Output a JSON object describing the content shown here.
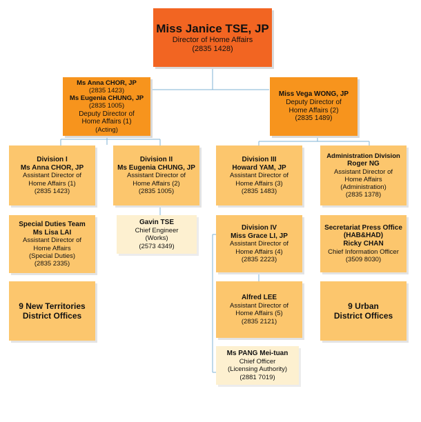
{
  "director": {
    "name": "Miss Janice TSE, JP",
    "title": "Director of Home Affairs",
    "phone": "(2835 1428)"
  },
  "deputy1": {
    "name1": "Ms Anna CHOR, JP",
    "phone1": "(2835 1423)",
    "name2": "Ms Eugenia CHUNG, JP",
    "phone2": "(2835 1005)",
    "title1": "Deputy Director of",
    "title2": "Home Affairs (1)",
    "note": "(Acting)"
  },
  "deputy2": {
    "name": "Miss Vega WONG, JP",
    "title1": "Deputy Director of",
    "title2": "Home Affairs (2)",
    "phone": "(2835 1489)"
  },
  "div1": {
    "division": "Division I",
    "name": "Ms Anna CHOR, JP",
    "title1": "Assistant Director of",
    "title2": "Home Affairs (1)",
    "phone": "(2835 1423)"
  },
  "div2": {
    "division": "Division II",
    "name": "Ms Eugenia CHUNG, JP",
    "title1": "Assistant Director of",
    "title2": "Home Affairs (2)",
    "phone": "(2835 1005)"
  },
  "div3": {
    "division": "Division III",
    "name": "Howard YAM, JP",
    "title1": "Assistant Director of",
    "title2": "Home Affairs (3)",
    "phone": "(2835 1483)"
  },
  "admin": {
    "division": "Administration Division",
    "name": "Roger NG",
    "title1": "Assistant Director of",
    "title2": "Home Affairs",
    "title3": "(Administration)",
    "phone": "(2835 1378)"
  },
  "special": {
    "division": "Special Duties Team",
    "name": "Ms Lisa LAI",
    "title1": "Assistant Director of",
    "title2": "Home Affairs",
    "title3": "(Special Duties)",
    "phone": "(2835 2335)"
  },
  "gavin": {
    "name": "Gavin TSE",
    "title1": "Chief Engineer",
    "title2": "(Works)",
    "phone": "(2573 4349)"
  },
  "div4": {
    "division": "Division IV",
    "name": "Miss Grace LI, JP",
    "title1": "Assistant Director of",
    "title2": "Home Affairs (4)",
    "phone": "(2835 2223)"
  },
  "secretariat": {
    "line1": "Secretariat Press Office",
    "line2": "(HAB&HAD)",
    "name": "Ricky CHAN",
    "title": "Chief Information Officer",
    "phone": "(3509 8030)"
  },
  "nt": {
    "line1": "9 New Territories",
    "line2": "District Offices"
  },
  "alfred": {
    "name": "Alfred LEE",
    "title1": "Assistant Director of",
    "title2": "Home Affairs (5)",
    "phone": "(2835 2121)"
  },
  "urban": {
    "line1": "9 Urban",
    "line2": "District Offices"
  },
  "pang": {
    "name": "Ms PANG Mei-tuan",
    "title1": "Chief Officer",
    "title2": "(Licensing Authority)",
    "phone": "(2881 7019)"
  },
  "colors": {
    "director": "#f26522",
    "deputy": "#f7941d",
    "division": "#fcc66d",
    "officer": "#fdf0d0",
    "connector": "#7fb3d5"
  }
}
